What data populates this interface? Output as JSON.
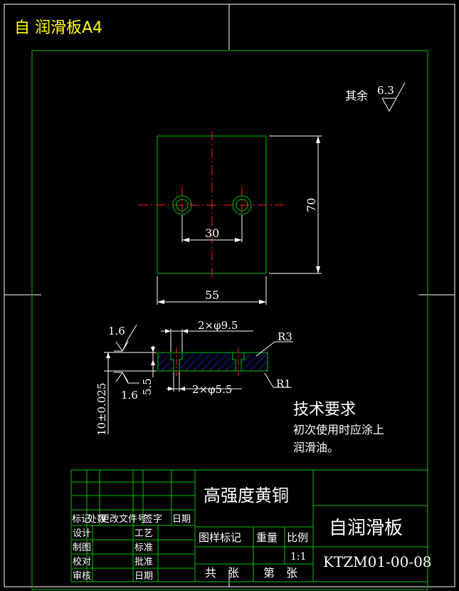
{
  "header": {
    "title": "自 润滑板A4"
  },
  "roughness_note": {
    "label": "其余",
    "value": "6.3"
  },
  "top_view": {
    "dim_width": "55",
    "dim_height": "70",
    "dim_hole_spacing": "30"
  },
  "section_view": {
    "roughness_top": "1.6",
    "roughness_bottom": "1.6",
    "counterbore_label": "2×φ9.5",
    "hole_label": "2×φ5.5",
    "radius_top": "R3",
    "radius_bottom": "R1",
    "dim_depth": "5.5",
    "dim_thickness": "10±0.025"
  },
  "tech_requirements": {
    "title": "技术要求",
    "line1": "初次使用时应涂上",
    "line2": "润滑油。"
  },
  "title_block": {
    "material": "高强度黄铜",
    "part_name": "自润滑板",
    "drawing_no": "KTZM01-00-08",
    "hdr_mark": "标记",
    "hdr_count": "处数",
    "hdr_doc": "更改文件号",
    "hdr_sign": "签字",
    "hdr_date": "日期",
    "role_design": "设计",
    "role_draw": "制图",
    "role_check": "校对",
    "role_review": "审核",
    "role_process": "工艺",
    "role_standard": "标准",
    "role_approve": "批准",
    "role_date": "日期",
    "col_mark": "图样标记",
    "col_weight": "重量",
    "col_scale": "比例",
    "scale_value": "1:1",
    "total_sheets": "共　张",
    "sheet_no": "第　张"
  }
}
